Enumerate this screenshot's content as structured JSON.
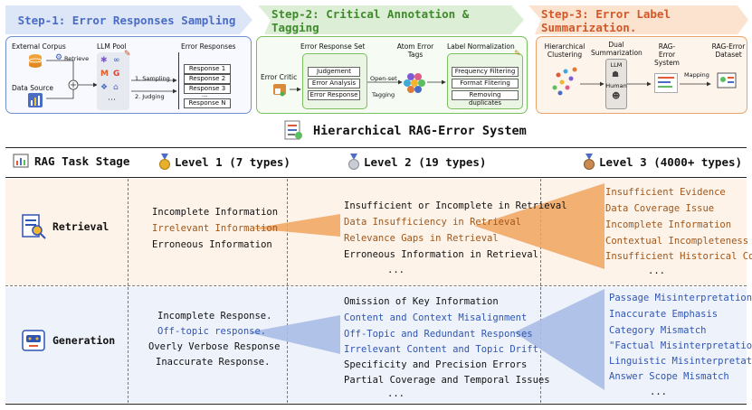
{
  "colors": {
    "step1_bg": "#dde6f7",
    "step1_text": "#4a6cc4",
    "step2_bg": "#dcefd6",
    "step2_text": "#3f8a2c",
    "step3_bg": "#fbe3cf",
    "step3_text": "#d1582a",
    "retrieval_band": "#fdf3e9",
    "generation_band": "#eef2fb",
    "orange_text": "#a0561a",
    "blue_text": "#2f55b4"
  },
  "steps": {
    "step1": {
      "title": "Step-1: Error Responses Sampling",
      "external_corpus": "External Corpus",
      "retrieve": "Retrieve",
      "data_source": "Data Source",
      "llm_pool": "LLM Pool",
      "sampling": "1. Sampling",
      "judging": "2. Judging",
      "error_responses": "Error Responses",
      "responses": [
        "Response 1",
        "Response 2",
        "Response 3",
        "...",
        "Response N"
      ]
    },
    "step2": {
      "title": "Step-2: Critical Annotation & Tagging",
      "error_critic": "Error Critic",
      "error_response_set": "Error Response Set",
      "set_items": [
        "Judgement",
        "Error Analysis",
        "Error Response"
      ],
      "open_set": "Open-set",
      "tagging": "Tagging",
      "atom_error_tags": "Atom Error Tags",
      "label_normalization": "Label Normalization",
      "norm_items": [
        "Frequency Filtering",
        "Format Flitering",
        "Removing duplicates"
      ]
    },
    "step3": {
      "title": "Step-3: Error Label Summarization.",
      "hierarchical_clustering": "Hierarchical Clustering",
      "dual_summarization": "Dual Summarization",
      "llm": "LLM",
      "human": "Human",
      "rag_error_system": "RAG-Error System",
      "mapping": "Mapping",
      "rag_error_dataset": "RAG-Error Dataset"
    }
  },
  "system_title": "Hierarchical RAG-Error System",
  "table": {
    "headers": {
      "stage": "RAG Task Stage",
      "level1": "Level 1 (7 types)",
      "level2": "Level 2 (19 types)",
      "level3": "Level 3 (4000+ types)"
    },
    "retrieval": {
      "stage": "Retrieval",
      "level1": [
        {
          "text": "Incomplete Information",
          "hl": false
        },
        {
          "text": "Irrelevant Information",
          "hl": true
        },
        {
          "text": "Erroneous Information",
          "hl": false
        }
      ],
      "level2": [
        {
          "text": "Insufficient or Incomplete in Retrieval",
          "hl": false
        },
        {
          "text": "Data Insufficiency in Retrieval",
          "hl": true
        },
        {
          "text": "Relevance Gaps in Retrieval",
          "hl": true
        },
        {
          "text": "Erroneous Information in Retrieval",
          "hl": false
        },
        {
          "text": "...",
          "hl": false
        }
      ],
      "level3": [
        "Insufficient Evidence",
        "Data Coverage Issue",
        "Incomplete Information",
        "Contextual Incompleteness",
        "Insufficient Historical Context",
        "..."
      ]
    },
    "generation": {
      "stage": "Generation",
      "level1": [
        {
          "text": "Incomplete Response.",
          "hl": false
        },
        {
          "text": "Off-topic response.",
          "hl": true
        },
        {
          "text": "Overly Verbose Response",
          "hl": false
        },
        {
          "text": "Inaccurate  Response.",
          "hl": false
        }
      ],
      "level2": [
        {
          "text": "Omission of Key Information",
          "hl": false
        },
        {
          "text": "Content and Context Misalignment",
          "hl": true
        },
        {
          "text": "Off-Topic and Redundant Responses",
          "hl": true
        },
        {
          "text": "Irrelevant Content and Topic Drift",
          "hl": true
        },
        {
          "text": "Specificity and Precision Errors",
          "hl": false
        },
        {
          "text": "Partial Coverage and Temporal Issues",
          "hl": false
        },
        {
          "text": "...",
          "hl": false
        }
      ],
      "level3": [
        "Passage Misinterpretation",
        "Inaccurate Emphasis",
        "Category Mismatch",
        "\"Factual Misinterpretation",
        "Linguistic Misinterpretation",
        "Answer Scope Mismatch",
        "..."
      ]
    }
  }
}
